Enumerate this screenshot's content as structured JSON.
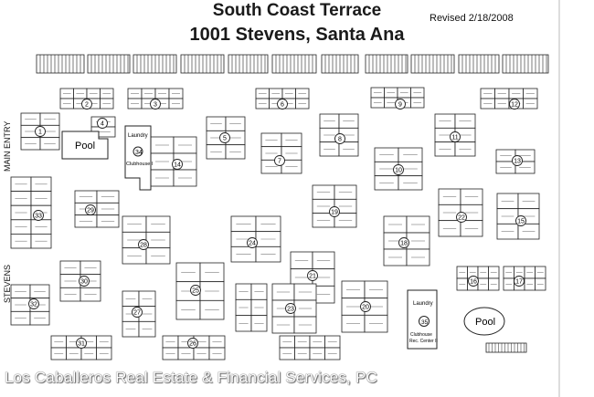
{
  "header": {
    "title": "South Coast Terrace",
    "address": "1001 Stevens, Santa Ana",
    "revised": "Revised 2/18/2008"
  },
  "side_labels": {
    "main_entry": "MAIN ENTRY",
    "stevens": "STEVENS"
  },
  "amenities": {
    "pool_left": "Pool",
    "pool_right": "Pool",
    "laundry_left": "Laundry",
    "clubhouse_left": "Clubhouse I",
    "laundry_right": "Laundry",
    "clubhouse_right": "Clubhouse",
    "rec_center": "Rec. Center II"
  },
  "building_numbers": {
    "b1": "1",
    "b2": "2",
    "b3": "3",
    "b4": "4",
    "b5": "5",
    "b6": "6",
    "b7": "7",
    "b8": "8",
    "b9": "9",
    "b10": "10",
    "b11": "11",
    "b12": "12",
    "b13": "13",
    "b14": "14",
    "b15": "15",
    "b16": "16",
    "b17": "17",
    "b18": "18",
    "b19": "19",
    "b20": "20",
    "b21": "21",
    "b22": "22",
    "b23": "23",
    "b24": "24",
    "b25": "25",
    "b26": "26",
    "b27": "27",
    "b28": "28",
    "b29": "29",
    "b30": "30",
    "b31": "31",
    "b32": "32",
    "b33": "33",
    "b34": "34",
    "b35": "35"
  },
  "footer": {
    "watermark": "Los Caballeros Real Estate & Financial Services, PC"
  }
}
